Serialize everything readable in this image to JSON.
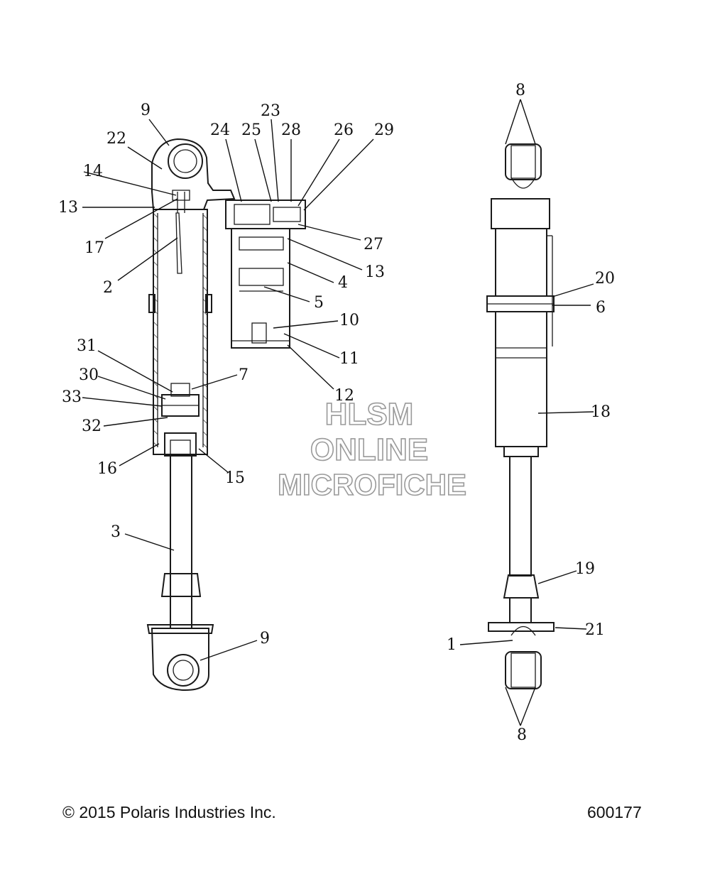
{
  "callouts": {
    "c9_top": "9",
    "c22": "22",
    "c14": "14",
    "c13_left": "13",
    "c17": "17",
    "c2": "2",
    "c24": "24",
    "c25": "25",
    "c23": "23",
    "c28": "28",
    "c26": "26",
    "c29": "29",
    "c27": "27",
    "c13_right": "13",
    "c4": "4",
    "c5": "5",
    "c10": "10",
    "c11": "11",
    "c12": "12",
    "c31": "31",
    "c30": "30",
    "c7": "7",
    "c33": "33",
    "c32": "32",
    "c16": "16",
    "c15": "15",
    "c3": "3",
    "c9_bottom": "9",
    "c8_top": "8",
    "c20": "20",
    "c6": "6",
    "c18": "18",
    "c19": "19",
    "c21": "21",
    "c1": "1",
    "c8_bottom": "8"
  },
  "watermark": {
    "line1": "HLSM",
    "line2": "ONLINE",
    "line3": "MICROFICHE"
  },
  "footer": {
    "copyright": "© 2015 Polaris Industries Inc.",
    "figure_number": "600177"
  }
}
